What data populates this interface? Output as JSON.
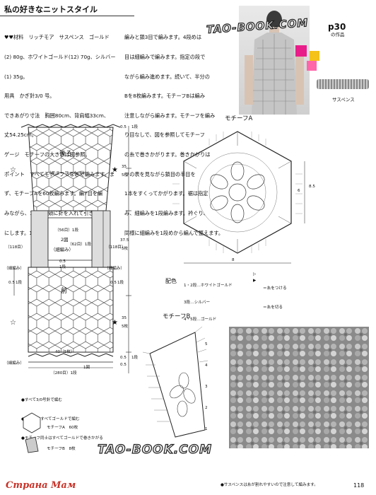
{
  "header": {
    "title": "私の好きなニットスタイル",
    "pattern_number": "p30",
    "pattern_label": "の作品",
    "photo_caption": "サスペンス"
  },
  "instructions": {
    "col1": [
      "♥♥材料　リッチモア　サスペンス　ゴールド",
      "(2) 80g、ホワイトゴールド(12) 70g、シルバー",
      "(1) 35g。",
      "用具　かぎ針3/0 号。",
      "できあがり寸法　胸囲80cm、背肩幅33cm、",
      "丈54.25cm。",
      "ゲージ　モチーフの大きさは図参照。",
      "ポイント　すべてモチーフつなぎで編みます。ま",
      "ず、モチーフAを60枚編みます。編7目を編",
      "みながら、1目めの頭に針を入れて引き抜きわ",
      "にします。1段めから3段めは長編み3目の玉"
    ],
    "col2": [
      "編みと鎖3目で編みます。4段めは",
      "目は細編みで編みます。指定の段で",
      "ながら編み進めます。続いて、半分の",
      "Bを8枚編みます。モチーフBは編み",
      "注意しながら編みます。モチーフを編み",
      "り目なしで、図を参照してモチーフ",
      "の糸で巻きかがります。巻きかがりは",
      "フの表を見ながら鎖目の半目を",
      "1本をすくってかがります。裾は指定",
      "み、細編みを1段編みます。衿ぐり、",
      "同様に細編みを1段めから編んで整えます。"
    ]
  },
  "diagram": {
    "back_label": "後ろ",
    "back_sub": "（モチーフつなぎ）",
    "front_label": "前",
    "fig_label": "2図",
    "fig_sub": "（細編み）",
    "side_left": "（細編み）",
    "side_right": "（細編み）",
    "bottom_left": "（細編み）",
    "fig1_label": "1図",
    "dims": {
      "top_row": "0.5",
      "top_row_unit": "1段",
      "h35_top": "35",
      "h35_top_unit": "5枚",
      "h37_5": "37.5",
      "h37_5_unit": "5枚",
      "h35_bottom": "35",
      "h35_bottom_unit": "5枚",
      "bottom_row": "0.5",
      "bottom_row_unit": "1段",
      "neck_width": "（56目）1段",
      "neck_height": "（62目）1段",
      "left_side": "（118目）",
      "right_side": "（118目）",
      "left_half": "0.5",
      "left_half_unit": "1段",
      "right_half": "0.5",
      "right_half_unit": "1段",
      "fig_row": "0.5",
      "fig_row_unit": "1段",
      "hem_width": "40（5枚）",
      "hem_stitches": "（280目）1段",
      "hem_row": "0.5"
    }
  },
  "legend": {
    "lines": [
      "●すべて3/0号針で編む",
      "●細編みはすべてゴールドで編む",
      "●モチーフ同士はすべてゴールドで巻きかがる"
    ],
    "motif_a": "モチーフA　60枚",
    "motif_b": "モチーフB　8枚"
  },
  "motif_a": {
    "title": "モチーフA",
    "width": "8",
    "height": "8.5",
    "side": "6",
    "color_title": "配色",
    "colors": [
      "1・2段…ホワイトゴールド",
      "3段…シルバー",
      "4・5段…ゴールド"
    ],
    "symbols": [
      "＝糸をつける",
      "＝糸を切る"
    ]
  },
  "motif_b": {
    "title": "モチーフB",
    "rows": [
      "5",
      "4",
      "3",
      "2",
      "1"
    ]
  },
  "footer": {
    "note": "●サスペンスは糸が割れやすいので注意して編みます。",
    "page": "118",
    "brand": "Страна Мам",
    "watermark": "TAO-BOOK.COM",
    "watermark_top": "TAO-BOOK.COM"
  },
  "colors": {
    "accent_red": "#c83228",
    "swatch_gray": "#9a9a9a"
  }
}
